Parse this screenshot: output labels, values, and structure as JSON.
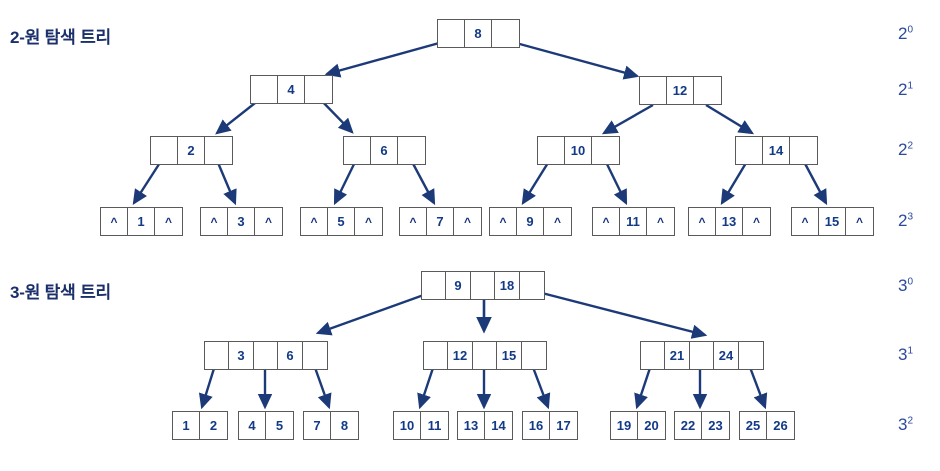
{
  "page": {
    "background": "#ffffff",
    "ink_navy": "#123a86",
    "title_color": "#1b2f6b",
    "box_border": "#5a5a5a",
    "arrow_color": "#1c3a78"
  },
  "sections": [
    {
      "id": "two-way",
      "title": "2-원 탐색 트리",
      "level_labels": [
        {
          "base": "2",
          "exp": "0"
        },
        {
          "base": "2",
          "exp": "1"
        },
        {
          "base": "2",
          "exp": "2"
        },
        {
          "base": "2",
          "exp": "3"
        }
      ],
      "nil_symbol": "^",
      "levels": [
        {
          "depth": 0,
          "nodes": [
            {
              "keys": [
                "8"
              ]
            }
          ]
        },
        {
          "depth": 1,
          "nodes": [
            {
              "keys": [
                "4"
              ]
            },
            {
              "keys": [
                "12"
              ]
            }
          ]
        },
        {
          "depth": 2,
          "nodes": [
            {
              "keys": [
                "2"
              ]
            },
            {
              "keys": [
                "6"
              ]
            },
            {
              "keys": [
                "10"
              ]
            },
            {
              "keys": [
                "14"
              ]
            }
          ]
        },
        {
          "depth": 3,
          "nodes": [
            {
              "keys": [
                "1"
              ]
            },
            {
              "keys": [
                "3"
              ]
            },
            {
              "keys": [
                "5"
              ]
            },
            {
              "keys": [
                "7"
              ]
            },
            {
              "keys": [
                "9"
              ]
            },
            {
              "keys": [
                "11"
              ]
            },
            {
              "keys": [
                "13"
              ]
            },
            {
              "keys": [
                "15"
              ]
            }
          ]
        }
      ]
    },
    {
      "id": "three-way",
      "title": "3-원 탐색 트리",
      "level_labels": [
        {
          "base": "3",
          "exp": "0"
        },
        {
          "base": "3",
          "exp": "1"
        },
        {
          "base": "3",
          "exp": "2"
        }
      ],
      "levels": [
        {
          "depth": 0,
          "nodes": [
            {
              "keys": [
                "9",
                "18"
              ]
            }
          ]
        },
        {
          "depth": 1,
          "nodes": [
            {
              "keys": [
                "3",
                "6"
              ]
            },
            {
              "keys": [
                "12",
                "15"
              ]
            },
            {
              "keys": [
                "21",
                "24"
              ]
            }
          ]
        },
        {
          "depth": 2,
          "nodes": [
            {
              "keys": [
                "1",
                "2"
              ]
            },
            {
              "keys": [
                "4",
                "5"
              ]
            },
            {
              "keys": [
                "7",
                "8"
              ]
            },
            {
              "keys": [
                "10",
                "11"
              ]
            },
            {
              "keys": [
                "13",
                "14"
              ]
            },
            {
              "keys": [
                "16",
                "17"
              ]
            },
            {
              "keys": [
                "19",
                "20"
              ]
            },
            {
              "keys": [
                "22",
                "23"
              ]
            },
            {
              "keys": [
                "25",
                "26"
              ]
            }
          ]
        }
      ]
    }
  ],
  "nodes2": {
    "root8": {
      "key": "8"
    },
    "n4": {
      "key": "4"
    },
    "n12": {
      "key": "12"
    },
    "n2": {
      "key": "2"
    },
    "n6": {
      "key": "6"
    },
    "n10": {
      "key": "10"
    },
    "n14": {
      "key": "14"
    },
    "leaf1": {
      "key": "1"
    },
    "leaf3": {
      "key": "3"
    },
    "leaf5": {
      "key": "5"
    },
    "leaf7": {
      "key": "7"
    },
    "leaf9": {
      "key": "9"
    },
    "leaf11": {
      "key": "11"
    },
    "leaf13": {
      "key": "13"
    },
    "leaf15": {
      "key": "15"
    },
    "nil": "^"
  },
  "nodes3": {
    "root": {
      "k1": "9",
      "k2": "18"
    },
    "a": {
      "k1": "3",
      "k2": "6"
    },
    "b": {
      "k1": "12",
      "k2": "15"
    },
    "c": {
      "k1": "21",
      "k2": "24"
    },
    "l1": {
      "k1": "1",
      "k2": "2"
    },
    "l2": {
      "k1": "4",
      "k2": "5"
    },
    "l3": {
      "k1": "7",
      "k2": "8"
    },
    "l4": {
      "k1": "10",
      "k2": "11"
    },
    "l5": {
      "k1": "13",
      "k2": "14"
    },
    "l6": {
      "k1": "16",
      "k2": "17"
    },
    "l7": {
      "k1": "19",
      "k2": "20"
    },
    "l8": {
      "k1": "22",
      "k2": "23"
    },
    "l9": {
      "k1": "25",
      "k2": "26"
    }
  },
  "levels2": {
    "l0": {
      "base": "2",
      "exp": "0"
    },
    "l1": {
      "base": "2",
      "exp": "1"
    },
    "l2": {
      "base": "2",
      "exp": "2"
    },
    "l3": {
      "base": "2",
      "exp": "3"
    }
  },
  "levels3": {
    "l0": {
      "base": "3",
      "exp": "0"
    },
    "l1": {
      "base": "3",
      "exp": "1"
    },
    "l2": {
      "base": "3",
      "exp": "2"
    }
  },
  "titles": {
    "two_way": "2-원 탐색 트리",
    "three_way": "3-원 탐색 트리"
  }
}
